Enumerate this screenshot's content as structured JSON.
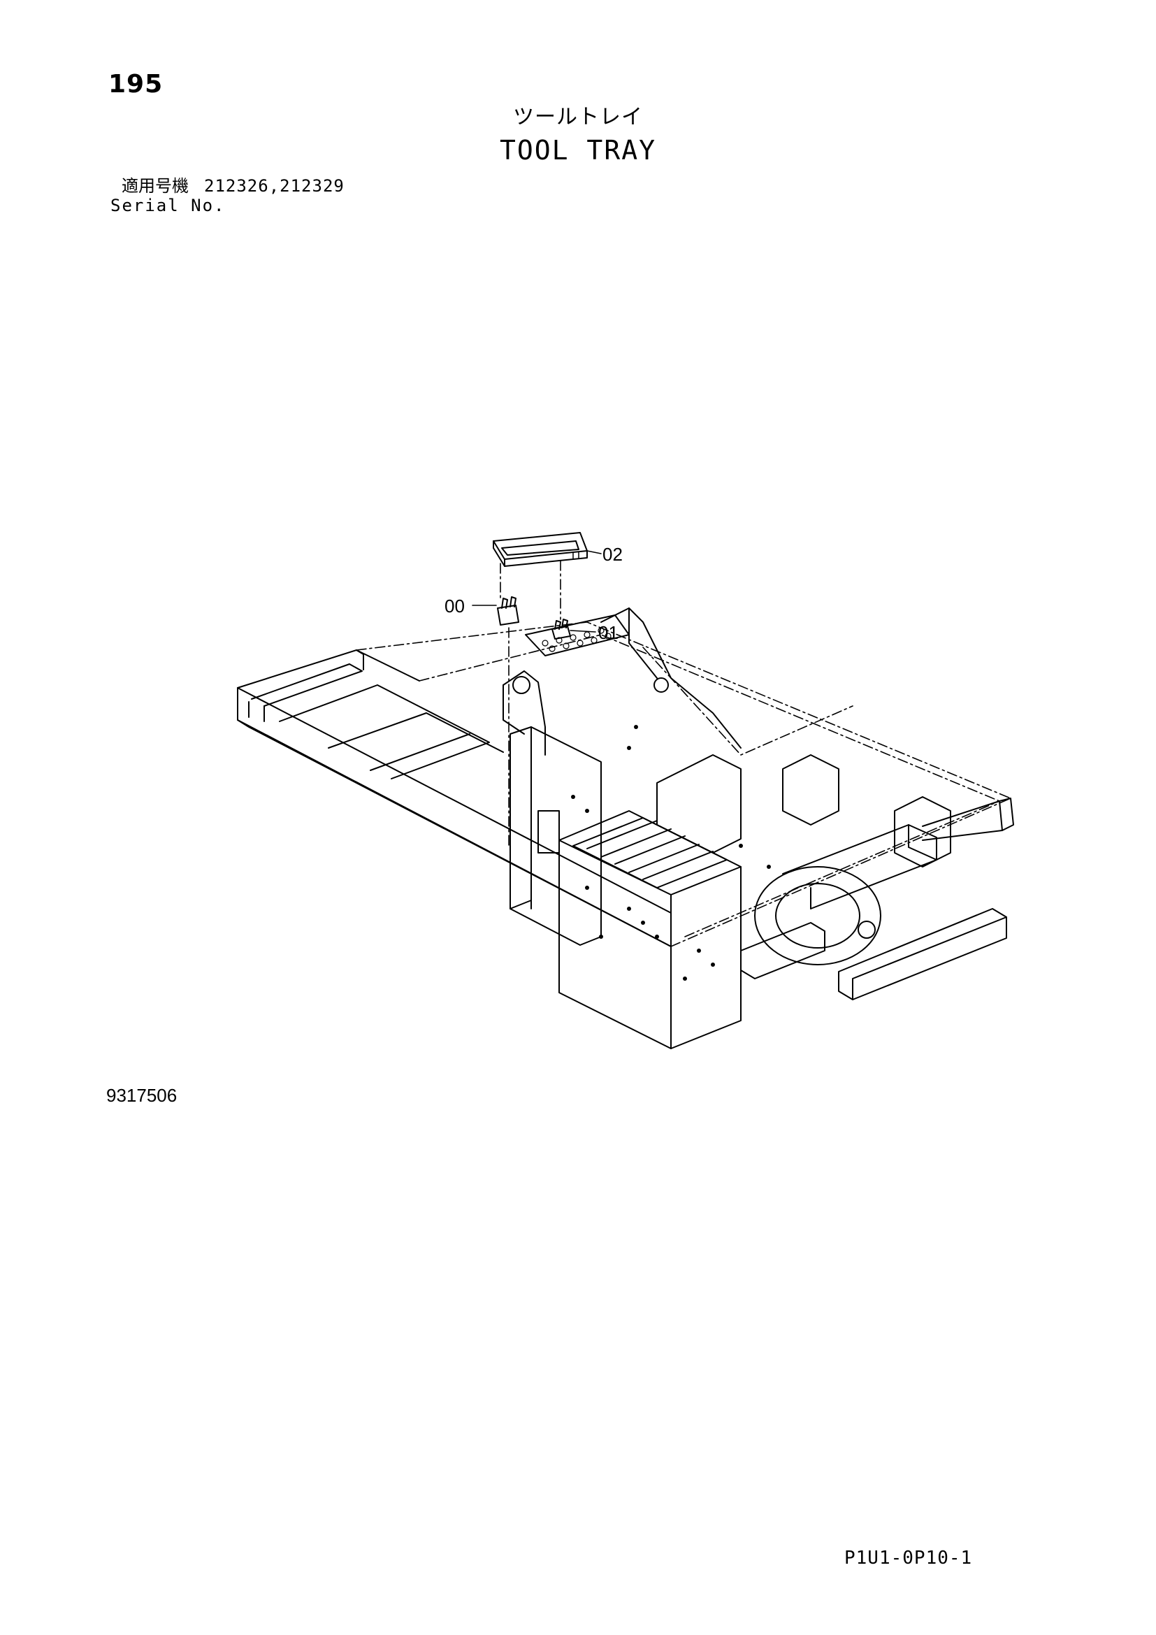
{
  "page": {
    "number": "195",
    "title_jp": "ツールトレイ",
    "title_en": "TOOL TRAY",
    "serial_label_jp": "適用号機",
    "serial_values": "212326,212329",
    "serial_label_en": "Serial No.",
    "drawing_number": "9317506",
    "page_code": "P1U1-0P10-1"
  },
  "diagram": {
    "callouts": [
      {
        "id": "callout-00",
        "label": "00"
      },
      {
        "id": "callout-01",
        "label": "01"
      },
      {
        "id": "callout-02",
        "label": "02"
      }
    ]
  }
}
